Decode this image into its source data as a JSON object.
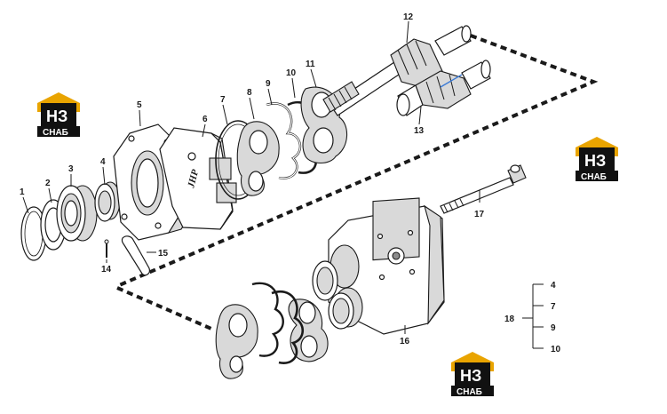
{
  "callouts": {
    "c1": "1",
    "c2": "2",
    "c3": "3",
    "c4": "4",
    "c5": "5",
    "c6": "6",
    "c7": "7",
    "c8": "8",
    "c9": "9",
    "c10": "10",
    "c11": "11",
    "c12": "12",
    "c13": "13",
    "c14": "14",
    "c15": "15",
    "c16": "16",
    "c17": "17"
  },
  "kit": {
    "label": "18",
    "items": [
      "4",
      "7",
      "9",
      "10"
    ]
  },
  "logo": {
    "mark": "НЗ",
    "caption": "СНАБ"
  },
  "body_marking": "JHP",
  "colors": {
    "logo_roof": "#e9a400",
    "logo_panel": "#111111",
    "line": "#1a1a1a"
  }
}
